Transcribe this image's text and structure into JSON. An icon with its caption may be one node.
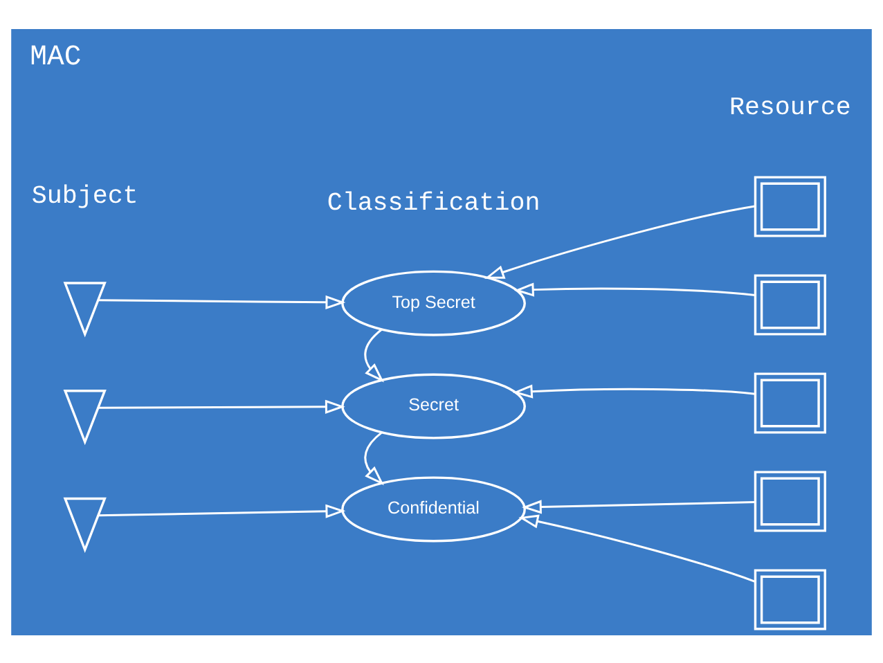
{
  "diagram": {
    "title": "MAC",
    "nodes": [
      {
        "text": [
          "Top Secret"
        ]
      },
      {
        "text": [
          "Secret"
        ]
      },
      {
        "text": [
          "Confidential"
        ]
      },
      {
        "text": [],
        "shape": "person"
      },
      {
        "text": [],
        "shape": "person"
      },
      {
        "text": [],
        "shape": "person"
      },
      {
        "text": [],
        "shape": "monitor"
      },
      {
        "text": [],
        "shape": "monitor"
      },
      {
        "text": [],
        "shape": "monitor"
      },
      {
        "text": [],
        "shape": "monitor"
      },
      {
        "text": [],
        "shape": "monitor"
      }
    ],
    "edges": [
      {
        "from": 0,
        "to": 1,
        "arrow": "to"
      },
      {
        "from": 1,
        "to": 2,
        "arrow": "to"
      },
      {
        "from": 3,
        "to": 0,
        "arrow": "to"
      },
      {
        "from": 4,
        "to": 1,
        "arrow": "to"
      },
      {
        "from": 5,
        "to": 2,
        "arrow": "to"
      },
      {
        "from": 6,
        "to": 0,
        "arrow": "to"
      },
      {
        "from": 7,
        "to": 0,
        "arrow": "to"
      },
      {
        "from": 8,
        "to": 1,
        "arrow": "to"
      },
      {
        "from": 9,
        "to": 2,
        "arrow": "to"
      },
      {
        "from": 10,
        "to": 2,
        "arrow": "to"
      }
    ],
    "labels": [
      "Subject",
      "Classification",
      "Resource"
    ]
  }
}
